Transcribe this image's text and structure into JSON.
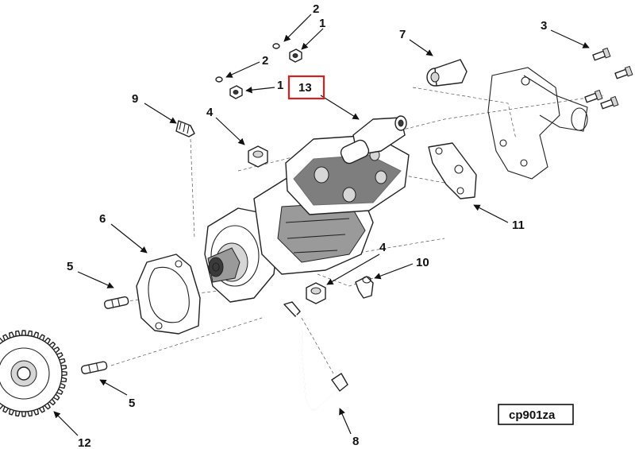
{
  "diagram": {
    "drawing_code": "cp901za",
    "highlight_color": "#d42020",
    "callouts": [
      {
        "id": "c-2a",
        "label": "2"
      },
      {
        "id": "c-1a",
        "label": "1"
      },
      {
        "id": "c-2b",
        "label": "2"
      },
      {
        "id": "c-1b",
        "label": "1"
      },
      {
        "id": "c-13",
        "label": "13"
      },
      {
        "id": "c-7",
        "label": "7"
      },
      {
        "id": "c-3",
        "label": "3"
      },
      {
        "id": "c-9",
        "label": "9"
      },
      {
        "id": "c-4a",
        "label": "4"
      },
      {
        "id": "c-6",
        "label": "6"
      },
      {
        "id": "c-11",
        "label": "11"
      },
      {
        "id": "c-5a",
        "label": "5"
      },
      {
        "id": "c-4b",
        "label": "4"
      },
      {
        "id": "c-10",
        "label": "10"
      },
      {
        "id": "c-5b",
        "label": "5"
      },
      {
        "id": "c-12",
        "label": "12"
      },
      {
        "id": "c-8",
        "label": "8"
      }
    ]
  }
}
